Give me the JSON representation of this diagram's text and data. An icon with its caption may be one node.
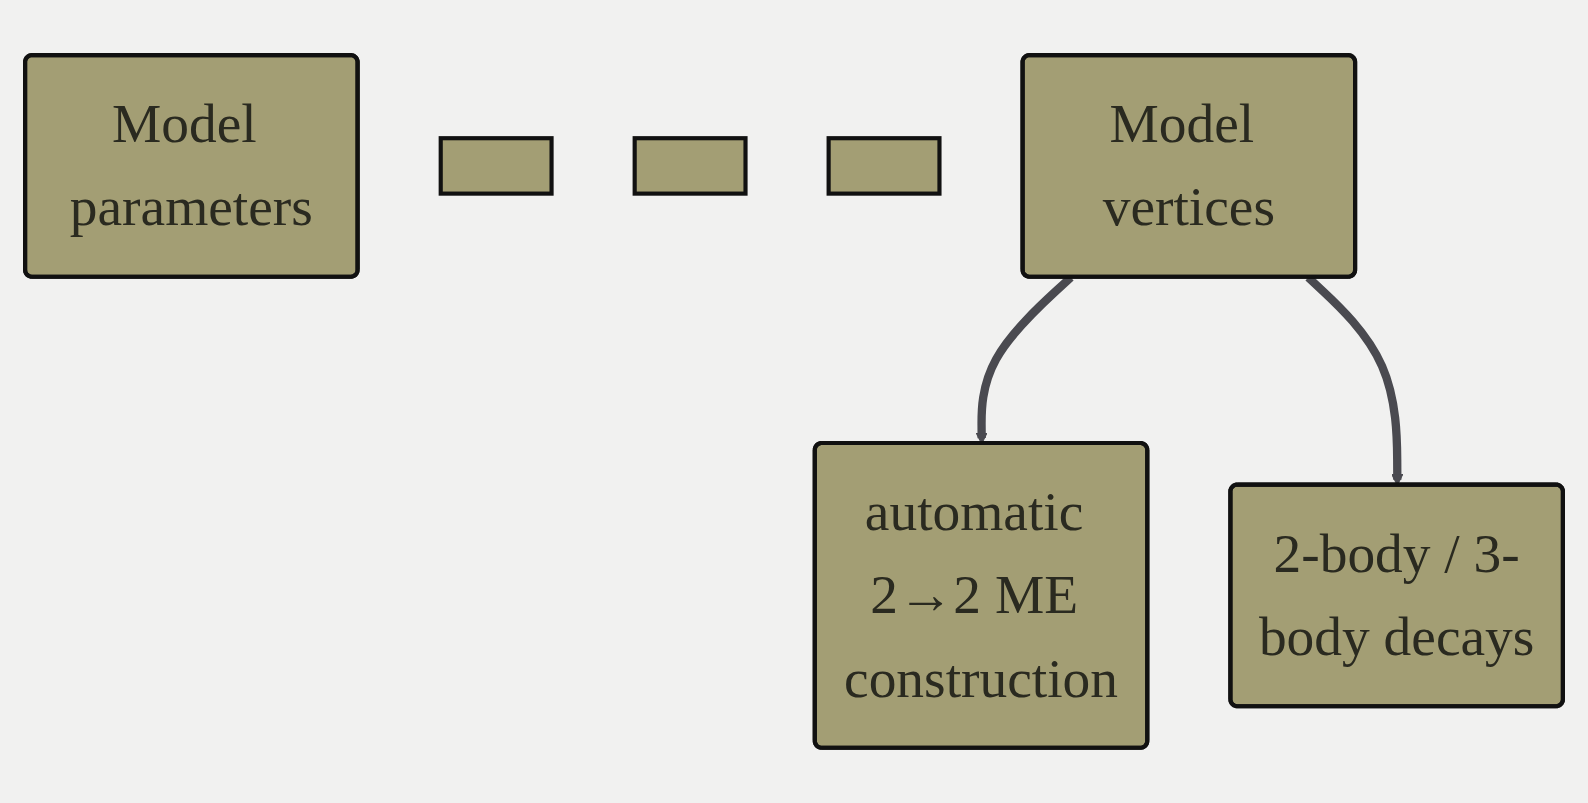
{
  "diagram": {
    "nodes": [
      {
        "text": [
          "Model parameters"
        ]
      },
      {
        "text": [],
        "shape": "box"
      },
      {
        "text": [],
        "shape": "box"
      },
      {
        "text": [],
        "shape": "box"
      },
      {
        "text": [
          "Model vertices"
        ]
      },
      {
        "text": [
          "automatic 2→2 ME construction"
        ]
      },
      {
        "text": [
          "2-body / 3-body decays"
        ]
      }
    ],
    "edges": [
      {
        "from": 4,
        "to": 5,
        "arrow": "to"
      },
      {
        "from": 4,
        "to": 6,
        "arrow": "to"
      }
    ]
  }
}
